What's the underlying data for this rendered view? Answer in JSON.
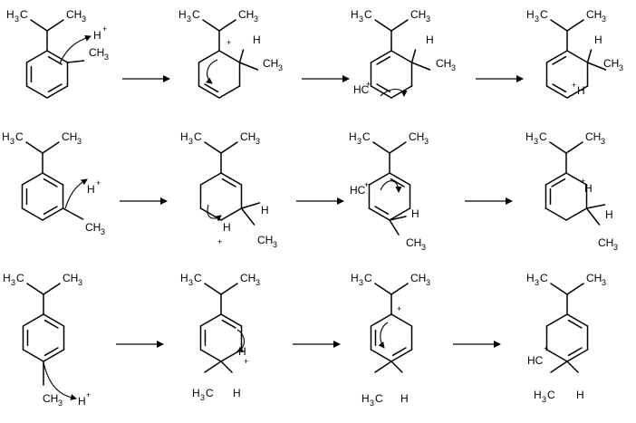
{
  "labels": {
    "ch3": "CH",
    "h3c": "H",
    "c": "C",
    "hc": "HC",
    "h": "H",
    "three": "3",
    "plus": "+"
  },
  "rows": [
    {
      "reactant_position": "ortho",
      "steps": 4
    },
    {
      "reactant_position": "meta",
      "steps": 4
    },
    {
      "reactant_position": "para",
      "steps": 4
    }
  ]
}
